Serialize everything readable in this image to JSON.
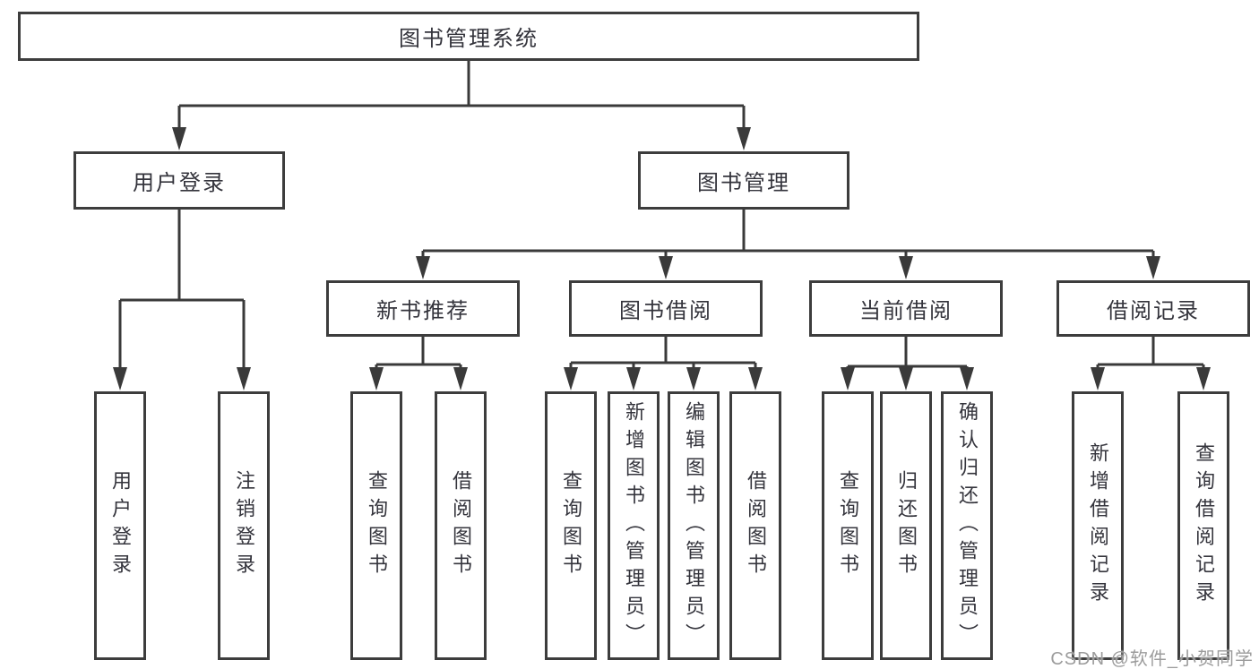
{
  "diagram": {
    "title": "图书管理系统",
    "tree": {
      "root": {
        "label": "图书管理系统"
      },
      "level2": [
        {
          "label": "用户登录",
          "children": [
            "用户登录",
            "注销登录"
          ]
        },
        {
          "label": "图书管理"
        }
      ],
      "level3": [
        {
          "label": "新书推荐",
          "children": [
            "查询图书",
            "借阅图书"
          ]
        },
        {
          "label": "图书借阅",
          "children": [
            "查询图书",
            "新增图书（管理员）",
            "编辑图书（管理员）",
            "借阅图书"
          ]
        },
        {
          "label": "当前借阅",
          "children": [
            "查询图书",
            "归还图书",
            "确认归还（管理员）"
          ]
        },
        {
          "label": "借阅记录",
          "children": [
            "新增借阅记录",
            "查询借阅记录"
          ]
        }
      ]
    },
    "colors": {
      "background": "#ffffff",
      "box_border": "#3d3d3d",
      "line": "#3a3a3a",
      "text": "#34343c",
      "watermark_text": "#9c9c9c"
    }
  },
  "watermark": "CSDN @软件_小贺同学"
}
